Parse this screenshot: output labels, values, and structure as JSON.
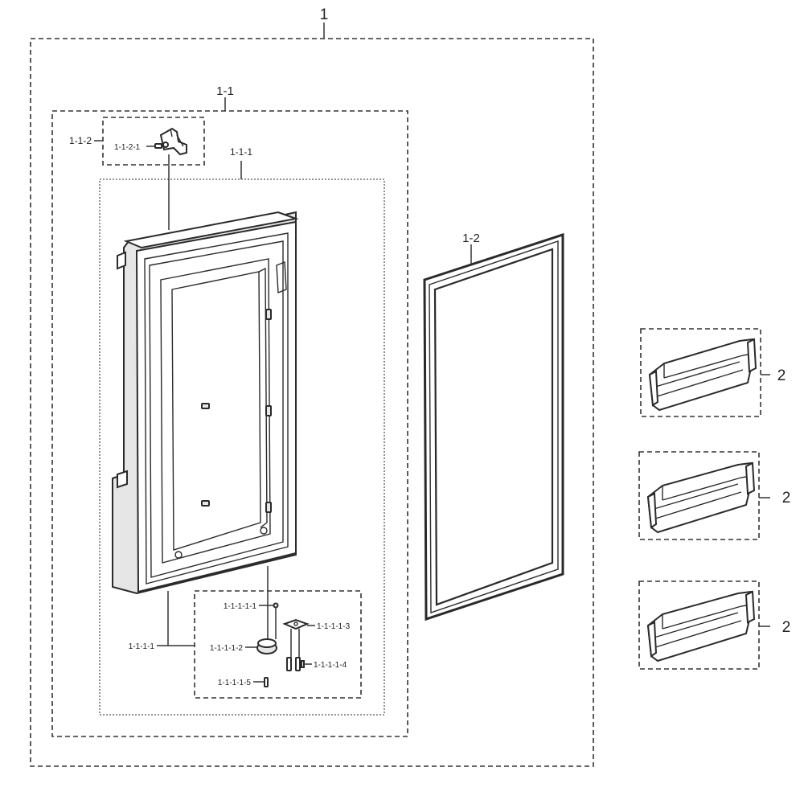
{
  "labels": {
    "assembly": "1",
    "door_assy": "1-1",
    "foam_assy": "1-1-1",
    "hinge_assy": "1-1-2",
    "hinge_screw": "1-1-2-1",
    "gasket": "1-2",
    "lower_assy": "1-1-1-1",
    "lower_pin": "1-1-1-1-1",
    "lower_cap": "1-1-1-1-2",
    "lower_plate": "1-1-1-1-3",
    "lower_screw_a": "1-1-1-1-4",
    "lower_screw_b": "1-1-1-1-5",
    "bin_top": "2",
    "bin_middle": "2",
    "bin_bottom": "2"
  },
  "colors": {
    "line": "#333333",
    "part_stroke": "#2a2a2a",
    "text": "#222222"
  }
}
